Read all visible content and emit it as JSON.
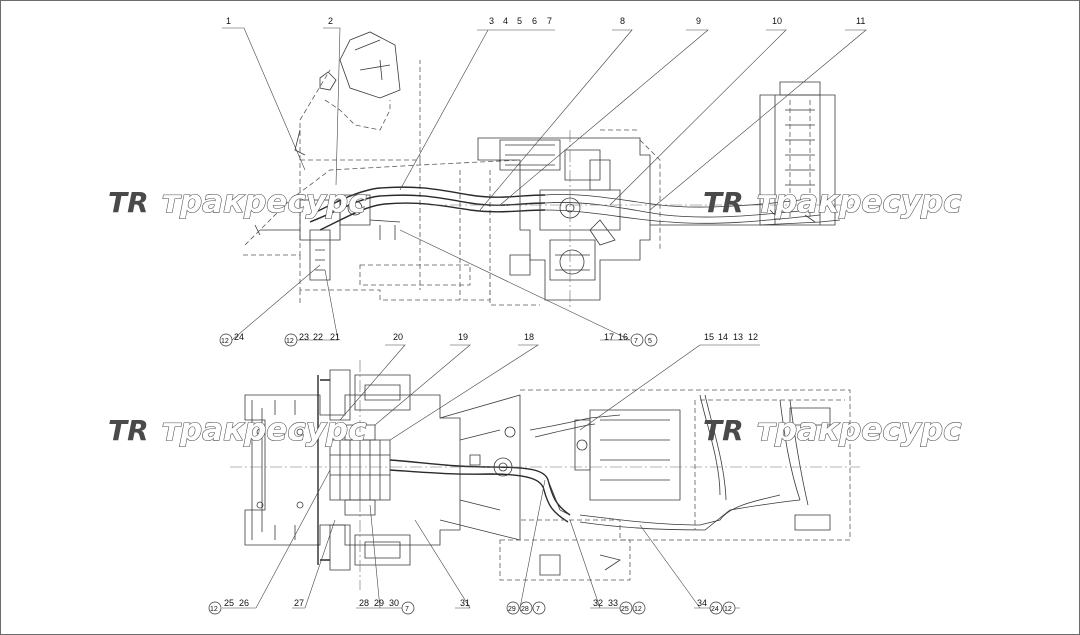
{
  "watermark": {
    "logo": "TR",
    "text": "тракресурс"
  },
  "top_view": {
    "callouts": [
      "1",
      "2",
      "3",
      "4",
      "5",
      "6",
      "7",
      "8",
      "9",
      "10",
      "11"
    ],
    "bottom_left": [
      "12",
      "24"
    ],
    "bottom_mid": [
      "12",
      "23",
      "22",
      "21"
    ],
    "bottom_right": [
      "17",
      "16",
      "7",
      "5"
    ]
  },
  "bottom_view": {
    "callouts_top": [
      "20",
      "19",
      "18",
      "15",
      "14",
      "13",
      "12"
    ],
    "callouts_bottom": [
      "12",
      "25",
      "26",
      "27",
      "28",
      "29",
      "30",
      "7",
      "31",
      "29",
      "28",
      "7",
      "32",
      "33",
      "25",
      "12",
      "34",
      "24",
      "12"
    ]
  },
  "colors": {
    "line": "#3a3a3a",
    "watermark": "#4a4a4a"
  }
}
